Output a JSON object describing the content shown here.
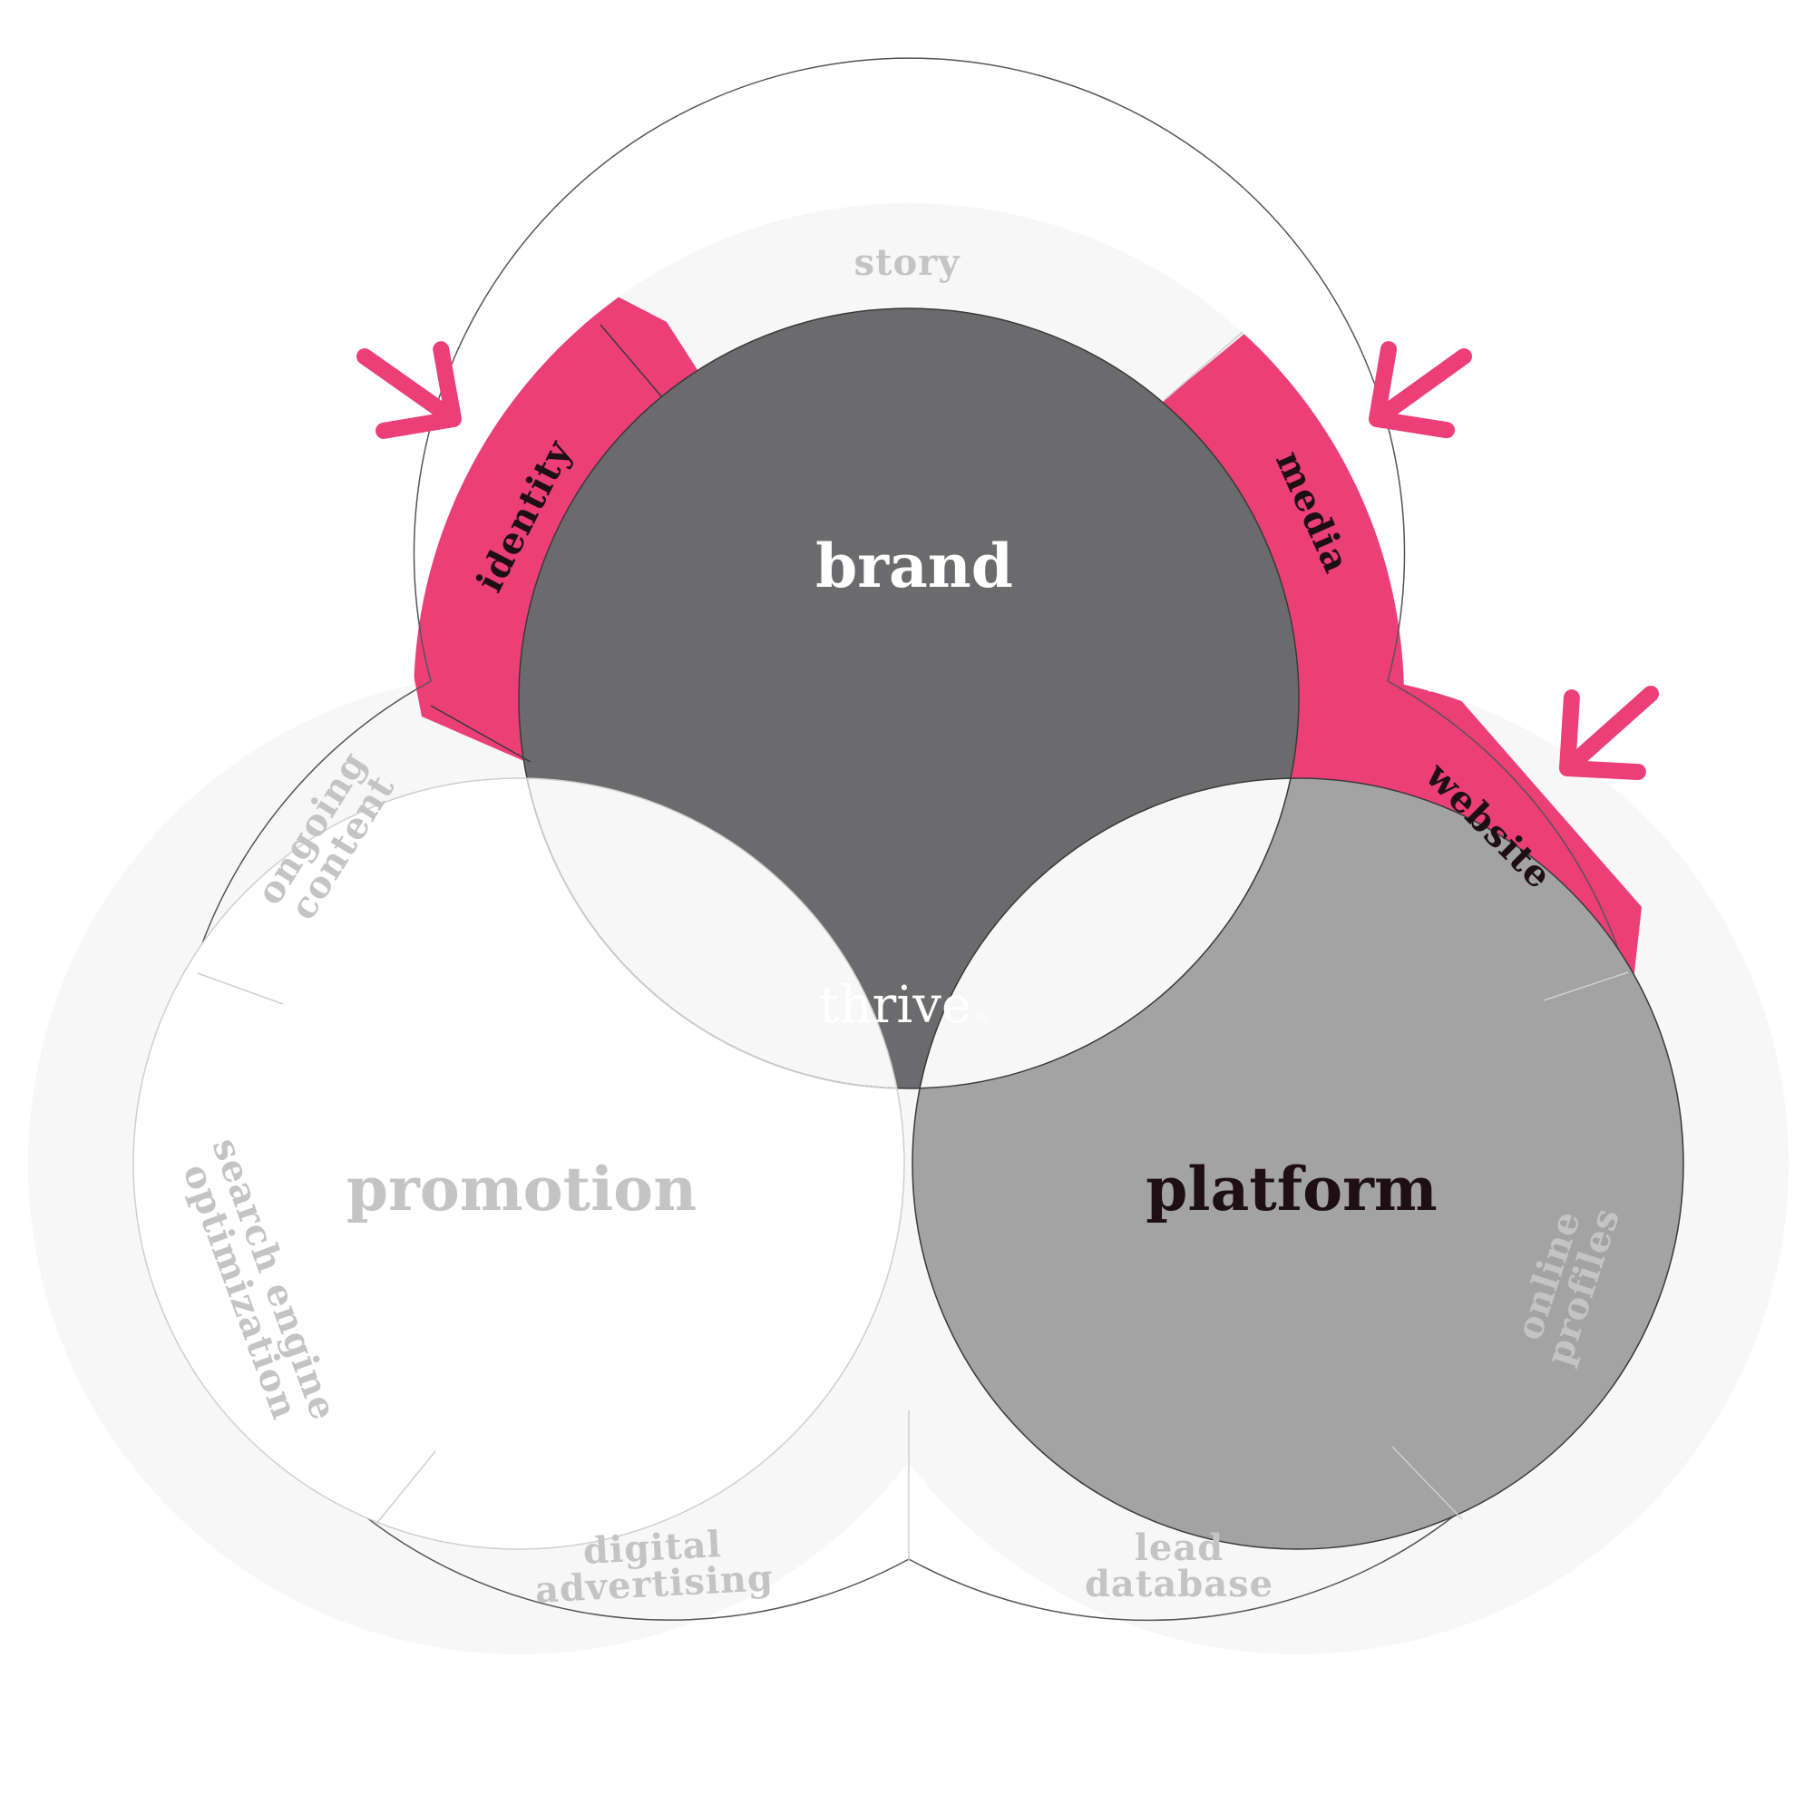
{
  "colors": {
    "background": "#ffffff",
    "ring": "#f7f7f7",
    "ring_stroke": "#555555",
    "divider": "#cfcfcf",
    "highlight": "#ec3f77",
    "brand_fill": "#6b6b6d",
    "platform_fill": "#a3a3a3",
    "promotion_fill": "#ffffff",
    "overlap_fill": "#f7f7f7",
    "center_fill": "#c2c2c2",
    "brand_text": "#ffffff",
    "platform_text": "#1e0f15",
    "promotion_text": "#c4c4c4",
    "center_text": "#ffffff"
  },
  "circles": {
    "brand": {
      "label": "brand"
    },
    "platform": {
      "label": "platform"
    },
    "promotion": {
      "label": "promotion"
    },
    "center": {
      "label": "thrive",
      "mark": "®"
    }
  },
  "ring_segments": {
    "story": {
      "label": "story",
      "highlighted": false
    },
    "identity": {
      "label": "identity",
      "highlighted": true
    },
    "media": {
      "label": "media",
      "highlighted": true
    },
    "website": {
      "label": "website",
      "highlighted": true
    },
    "ongoing_content": {
      "lines": [
        "ongoing",
        "content"
      ],
      "highlighted": false
    },
    "seo": {
      "lines": [
        "search engine",
        "optimization"
      ],
      "highlighted": false
    },
    "digital_advertising": {
      "lines": [
        "digital",
        "advertising"
      ],
      "highlighted": false
    },
    "lead_database": {
      "lines": [
        "lead",
        "database"
      ],
      "highlighted": false
    },
    "online_profiles": {
      "lines": [
        "online",
        "profiles"
      ],
      "highlighted": false
    }
  },
  "arrows": [
    {
      "name": "identity-arrow-icon",
      "target": "identity"
    },
    {
      "name": "media-arrow-icon",
      "target": "media"
    },
    {
      "name": "website-arrow-icon",
      "target": "website"
    }
  ]
}
